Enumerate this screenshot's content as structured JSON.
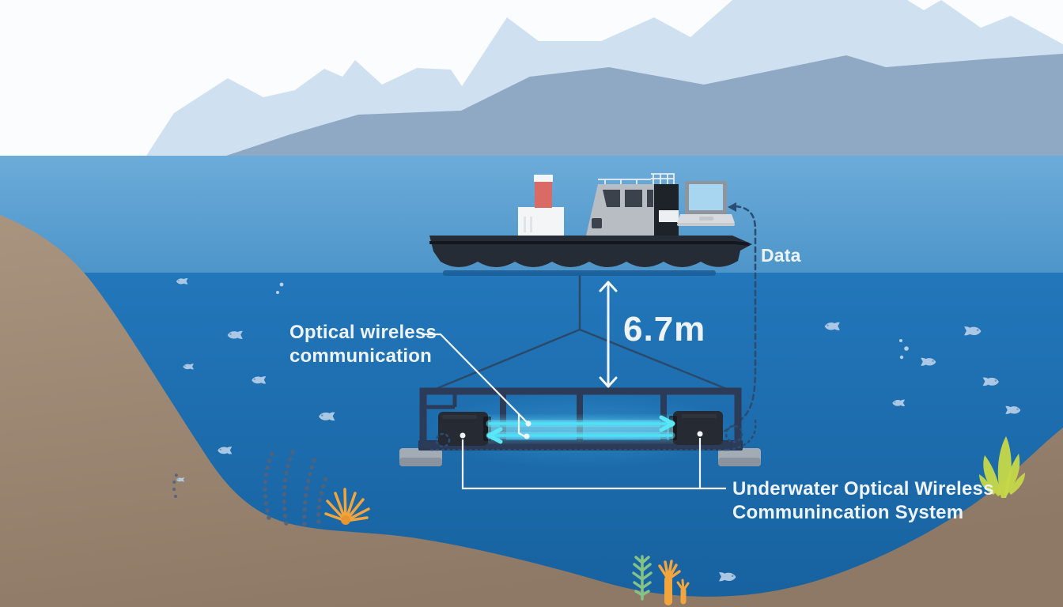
{
  "title": "Underwater Optical Wireless Communication System infographic",
  "labels": {
    "data": "Data",
    "depth": "6.7m",
    "optical": "Optical wireless\ncommunication",
    "system": "Underwater Optical Wireless\nCommunincation System"
  },
  "colors": {
    "sky": "#fbfcfe",
    "mtn-far": "#cfe0f0",
    "mtn-near": "#8fa9c4",
    "text": "#eef3f9",
    "beam": "#49e2f6",
    "frame": "#2c3b58",
    "device": "#262b33",
    "hull": "#262c36",
    "funnel": "#d96a64",
    "cable": "#2a4d74",
    "rope": "#2b4a6b",
    "fish": "#b9d2ea",
    "foot": "#a3abb4",
    "laptop-screen": "#a8d5ef",
    "coral": "#f2a53d",
    "plant-green": "#84c287",
    "seaweed-yellow": "#c6d848",
    "seaweed-dark": "#53627a",
    "leader": "#f2f6fa"
  }
}
